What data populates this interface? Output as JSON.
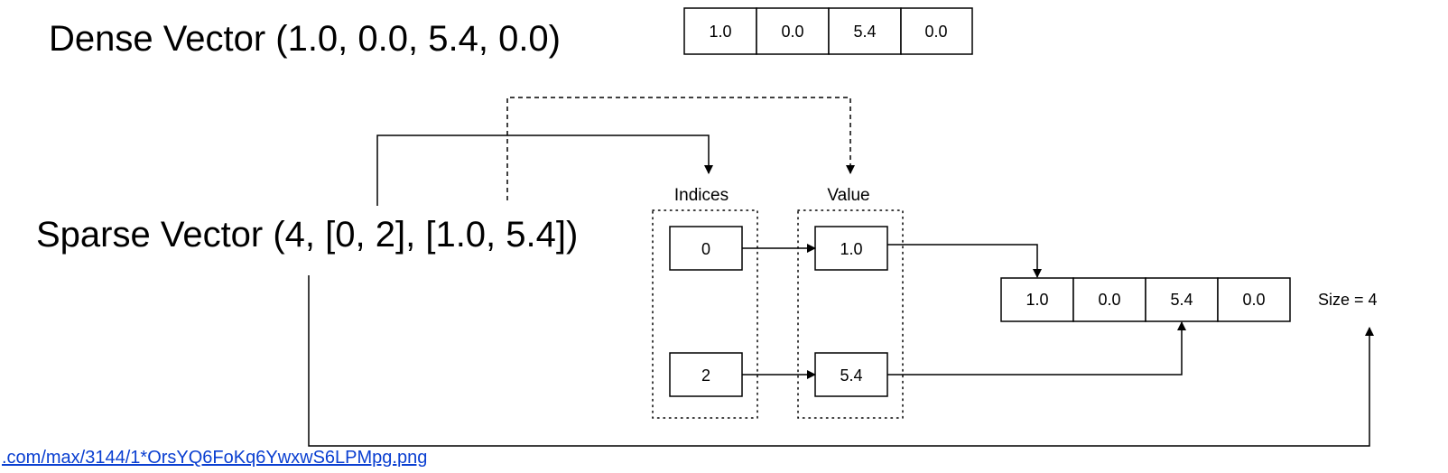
{
  "dense": {
    "title": "Dense Vector (1.0, 0.0, 5.4, 0.0)",
    "cells": [
      "1.0",
      "0.0",
      "5.4",
      "0.0"
    ]
  },
  "sparse": {
    "title": "Sparse Vector (4, [0, 2], [1.0, 5.4])",
    "indices_label": "Indices",
    "values_label": "Value",
    "indices": [
      "0",
      "2"
    ],
    "values": [
      "1.0",
      "5.4"
    ],
    "result_cells": [
      "1.0",
      "0.0",
      "5.4",
      "0.0"
    ],
    "size_label": "Size = 4"
  },
  "footer": {
    "url_text": ".com/max/3144/1*OrsYQ6FoKq6YwxwS6LPMpg.png"
  }
}
